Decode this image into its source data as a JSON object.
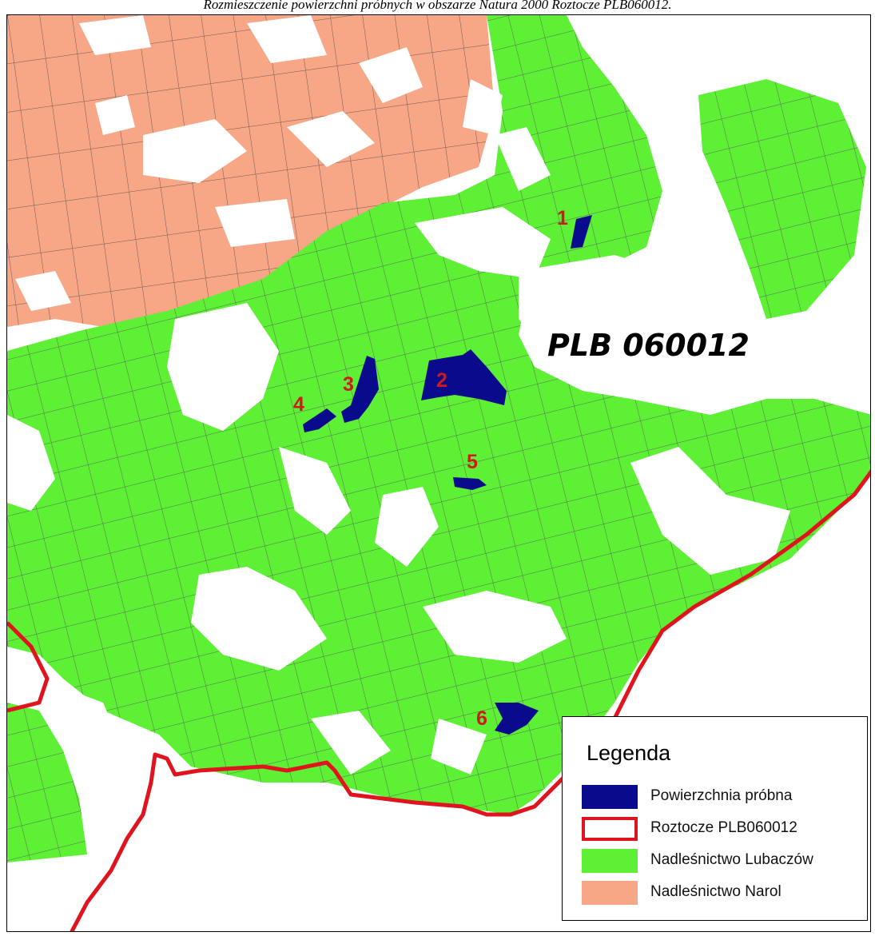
{
  "caption": "Rozmieszczenie powierzchni próbnych  w obszarze Natura 2000 Roztocze PLB060012.",
  "map": {
    "area_label": "PLB 060012",
    "plots": [
      {
        "label": "1"
      },
      {
        "label": "2"
      },
      {
        "label": "3"
      },
      {
        "label": "4"
      },
      {
        "label": "5"
      },
      {
        "label": "6"
      }
    ]
  },
  "legend": {
    "title": "Legenda",
    "items": [
      {
        "label": "Powierzchnia próbna",
        "swatch": "fill",
        "color": "#0a0a8c"
      },
      {
        "label": "Roztocze PLB060012",
        "swatch": "outline",
        "color": "#e0141e"
      },
      {
        "label": "Nadleśnictwo Lubaczów",
        "swatch": "fill",
        "color": "#5ef034"
      },
      {
        "label": "Nadleśnictwo Narol",
        "swatch": "fill",
        "color": "#f7a686"
      }
    ]
  },
  "colors": {
    "forest_lubaczow": "#5ef034",
    "forest_narol": "#f7a686",
    "sample_plot": "#0a0a8c",
    "boundary": "#e0141e",
    "plot_label": "#cc1b1b",
    "grid_line": "#5a6a5a"
  }
}
